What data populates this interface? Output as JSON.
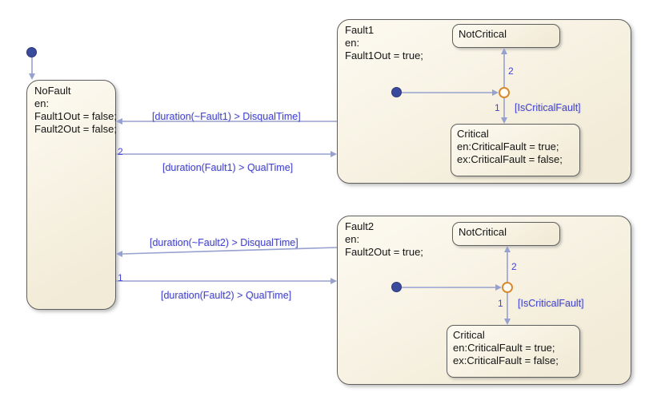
{
  "colors": {
    "state_fill": "#f2ebd7",
    "state_fill_light": "#fdfaf1",
    "state_border": "#5f5f5f",
    "transition_line": "#97a1cf",
    "transition_label": "#4343d1",
    "junction_border": "#d7892f",
    "default_dot": "#3a4a9c"
  },
  "states": {
    "nofault": {
      "title": "NoFault",
      "body": [
        "en:",
        "Fault1Out = false;",
        "Fault2Out = false;"
      ]
    },
    "fault1": {
      "title": "Fault1",
      "body": [
        "en:",
        "Fault1Out = true;"
      ]
    },
    "fault2": {
      "title": "Fault2",
      "body": [
        "en:",
        "Fault2Out = true;"
      ]
    },
    "fault1_notcritical": {
      "title": "NotCritical"
    },
    "fault1_critical": {
      "title": "Critical",
      "body": [
        "en:CriticalFault = true;",
        "ex:CriticalFault = false;"
      ]
    },
    "fault2_notcritical": {
      "title": "NotCritical"
    },
    "fault2_critical": {
      "title": "Critical",
      "body": [
        "en:CriticalFault = true;",
        "ex:CriticalFault = false;"
      ]
    }
  },
  "transitions": {
    "fault1_disqual": "[duration(~Fault1) > DisqualTime]",
    "fault1_qual": "[duration(Fault1) > QualTime]",
    "fault1_qual_priority": "2",
    "fault2_disqual": "[duration(~Fault2) > DisqualTime]",
    "fault2_qual": "[duration(Fault2) > QualTime]",
    "fault2_qual_priority": "1",
    "junction_to_notcritical_priority": "2",
    "junction_to_critical_priority": "1",
    "is_critical_condition": "[IsCriticalFault]"
  }
}
